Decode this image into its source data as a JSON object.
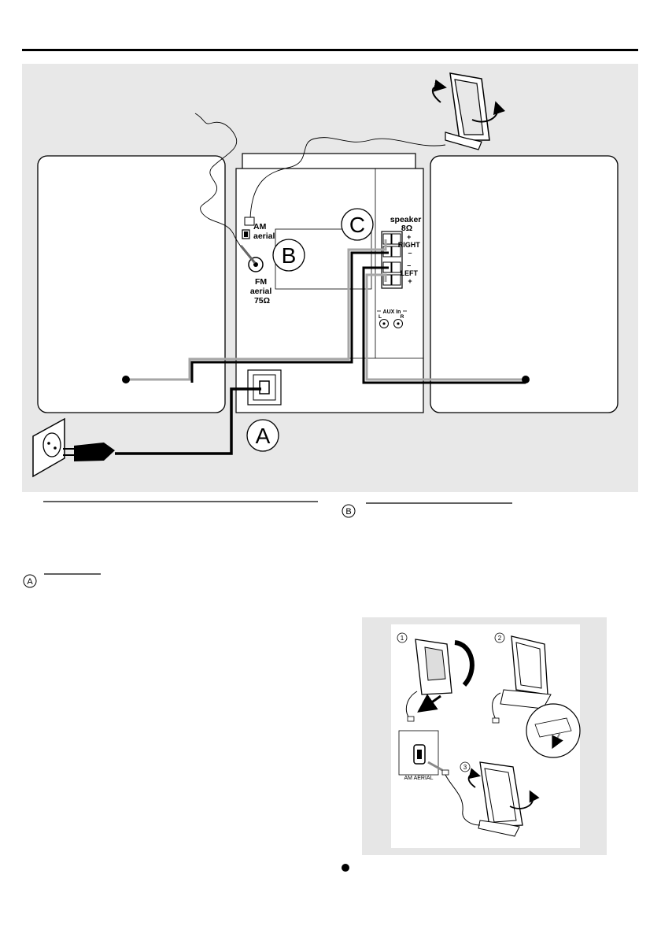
{
  "colors": {
    "panel_bg": "#e8e8e8",
    "inset_bg": "#e6e6e6",
    "wire_dark": "#000000",
    "wire_light": "#a6a6a6",
    "line": "#000000",
    "box_fill": "#ffffff"
  },
  "callouts": {
    "a": "A",
    "b": "B",
    "c": "C"
  },
  "rear_panel": {
    "am_aerial": [
      "AM",
      "aerial"
    ],
    "fm_aerial": [
      "FM",
      "aerial",
      "75Ω"
    ],
    "speaker_heading": [
      "speaker",
      "8Ω"
    ],
    "speaker_right": [
      "+",
      "RIGHT",
      "–"
    ],
    "speaker_left": [
      "–",
      "LEFT",
      "+"
    ],
    "aux_in": "AUX In",
    "aux_left": "L",
    "aux_right": "R"
  },
  "text_markers": {
    "section_b": "B",
    "section_a": "A"
  },
  "inset": {
    "steps": [
      "1",
      "2",
      "3"
    ],
    "socket_label": "AM  AERIAL"
  },
  "icons": [
    "am-loop-antenna-icon",
    "fm-wire-antenna-icon",
    "mains-socket-icon",
    "power-plug-icon",
    "rotate-arrow-icon",
    "bullet-dot-icon"
  ]
}
